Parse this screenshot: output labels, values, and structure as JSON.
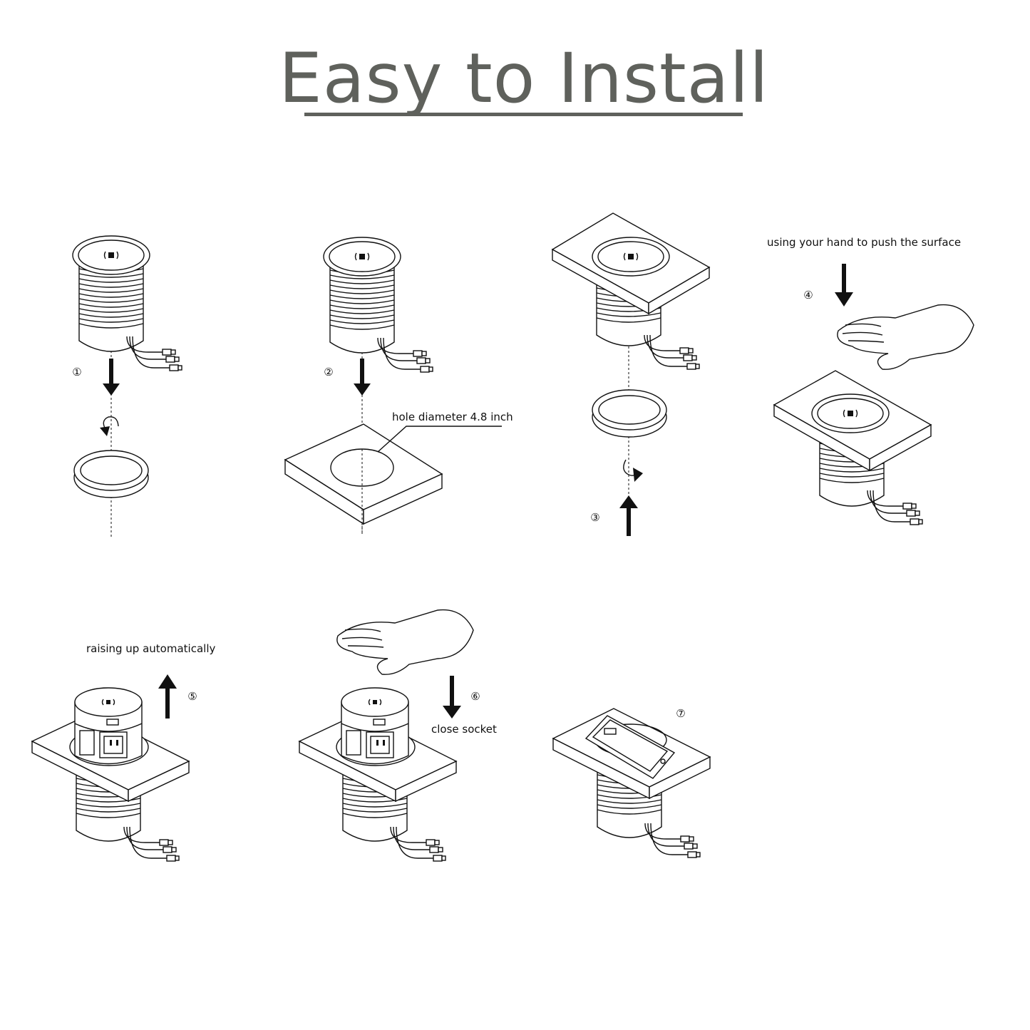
{
  "title": "Easy to Install",
  "steps": [
    {
      "number": "①",
      "label": ""
    },
    {
      "number": "②",
      "label": "hole diameter 4.8 inch"
    },
    {
      "number": "③",
      "label": ""
    },
    {
      "number": "④",
      "label": "using your hand to push the surface"
    },
    {
      "number": "⑤",
      "label": "raising up automatically"
    },
    {
      "number": "⑥",
      "label": "close socket"
    },
    {
      "number": "⑦",
      "label": ""
    }
  ],
  "colors": {
    "title": "#5f615c",
    "line": "#111111",
    "background": "#ffffff"
  }
}
